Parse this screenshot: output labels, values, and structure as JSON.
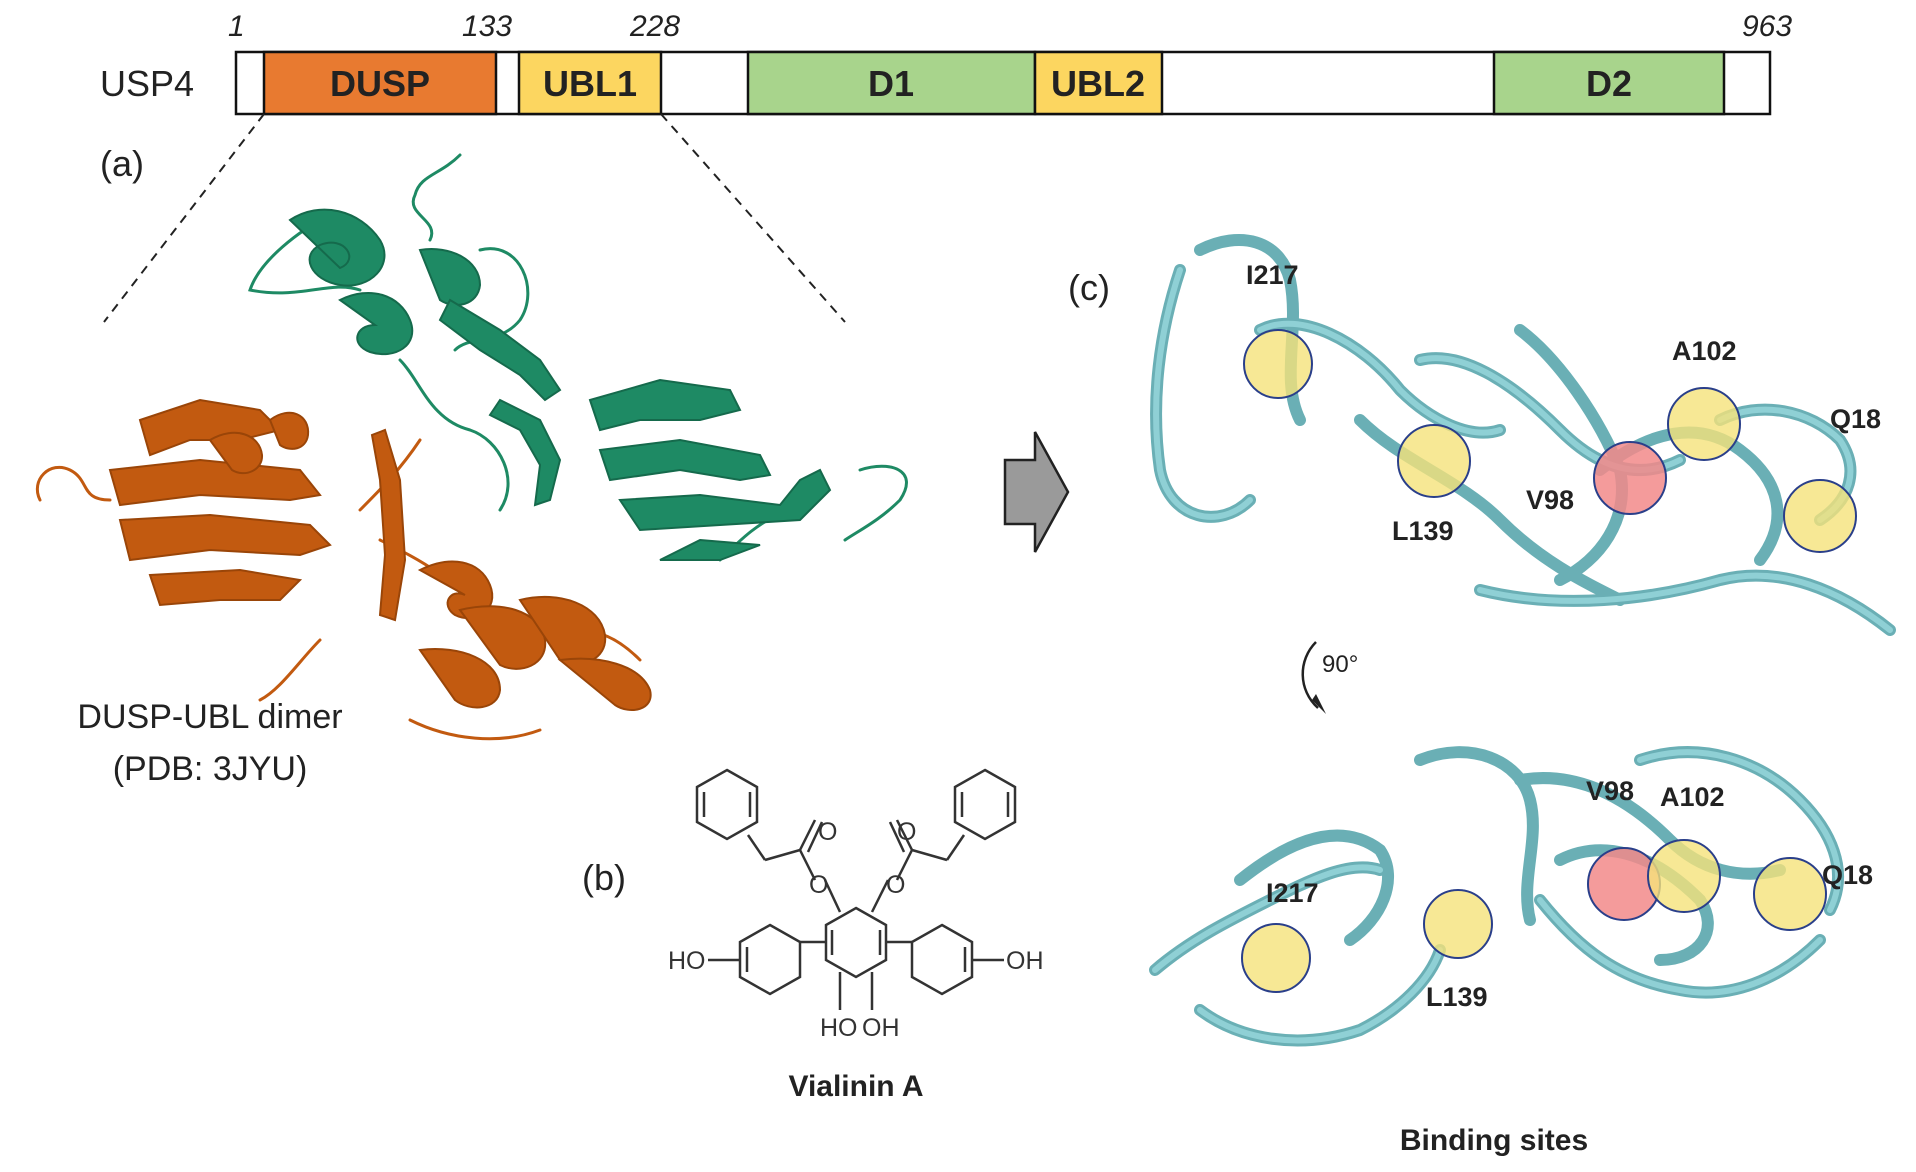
{
  "domain_bar": {
    "protein": "USP4",
    "positions": {
      "start": "1",
      "dusp_end": "133",
      "ubl1_end": "228",
      "end": "963"
    },
    "domains": {
      "dusp": "DUSP",
      "ubl1": "UBL1",
      "d1": "D1",
      "ubl2": "UBL2",
      "d2": "D2"
    },
    "colors": {
      "dusp": "#e87a30",
      "ubl": "#fcd660",
      "catalytic": "#a8d48c"
    }
  },
  "panels": {
    "a": "(a)",
    "b": "(b)",
    "c": "(c)"
  },
  "structure_a": {
    "caption_line1": "DUSP-UBL dimer",
    "caption_line2": "(PDB: 3JYU)",
    "colors": {
      "chain1": "#c25a10",
      "chain2": "#1e8a64"
    }
  },
  "molecule_b": {
    "name": "Vialinin A",
    "labels": {
      "ho_left": "HO",
      "oh_right": "OH",
      "ho_bottom": "HO",
      "oh_bottom": "OH",
      "o": "O"
    }
  },
  "binding_c": {
    "rotation": "90°",
    "caption": "Binding sites",
    "residues": {
      "i217": "I217",
      "l139": "L139",
      "v98": "V98",
      "a102": "A102",
      "q18": "Q18"
    },
    "colors": {
      "ribbon": "#7cc3c8",
      "site": "#f5e27a",
      "key_site": "#f28a8a"
    }
  }
}
